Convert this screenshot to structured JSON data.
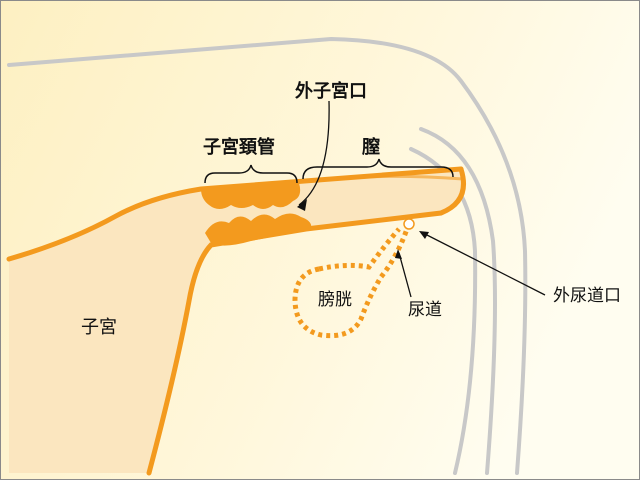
{
  "diagram": {
    "labels": {
      "external_os": "外子宮口",
      "cervical_canal": "子宮頚管",
      "vagina": "膣",
      "uterus": "子宮",
      "bladder": "膀胱",
      "urethra": "尿道",
      "external_urethral_orifice": "外尿道口"
    },
    "colors": {
      "background_light": "#fffbe6",
      "background_warm": "#fdf0c4",
      "organ_outline": "#f39a1e",
      "organ_fill": "#fbe3b8",
      "cervix_tissue": "#f39a1e",
      "body_contour": "#c8c8c8",
      "leader_line": "#111111"
    }
  }
}
